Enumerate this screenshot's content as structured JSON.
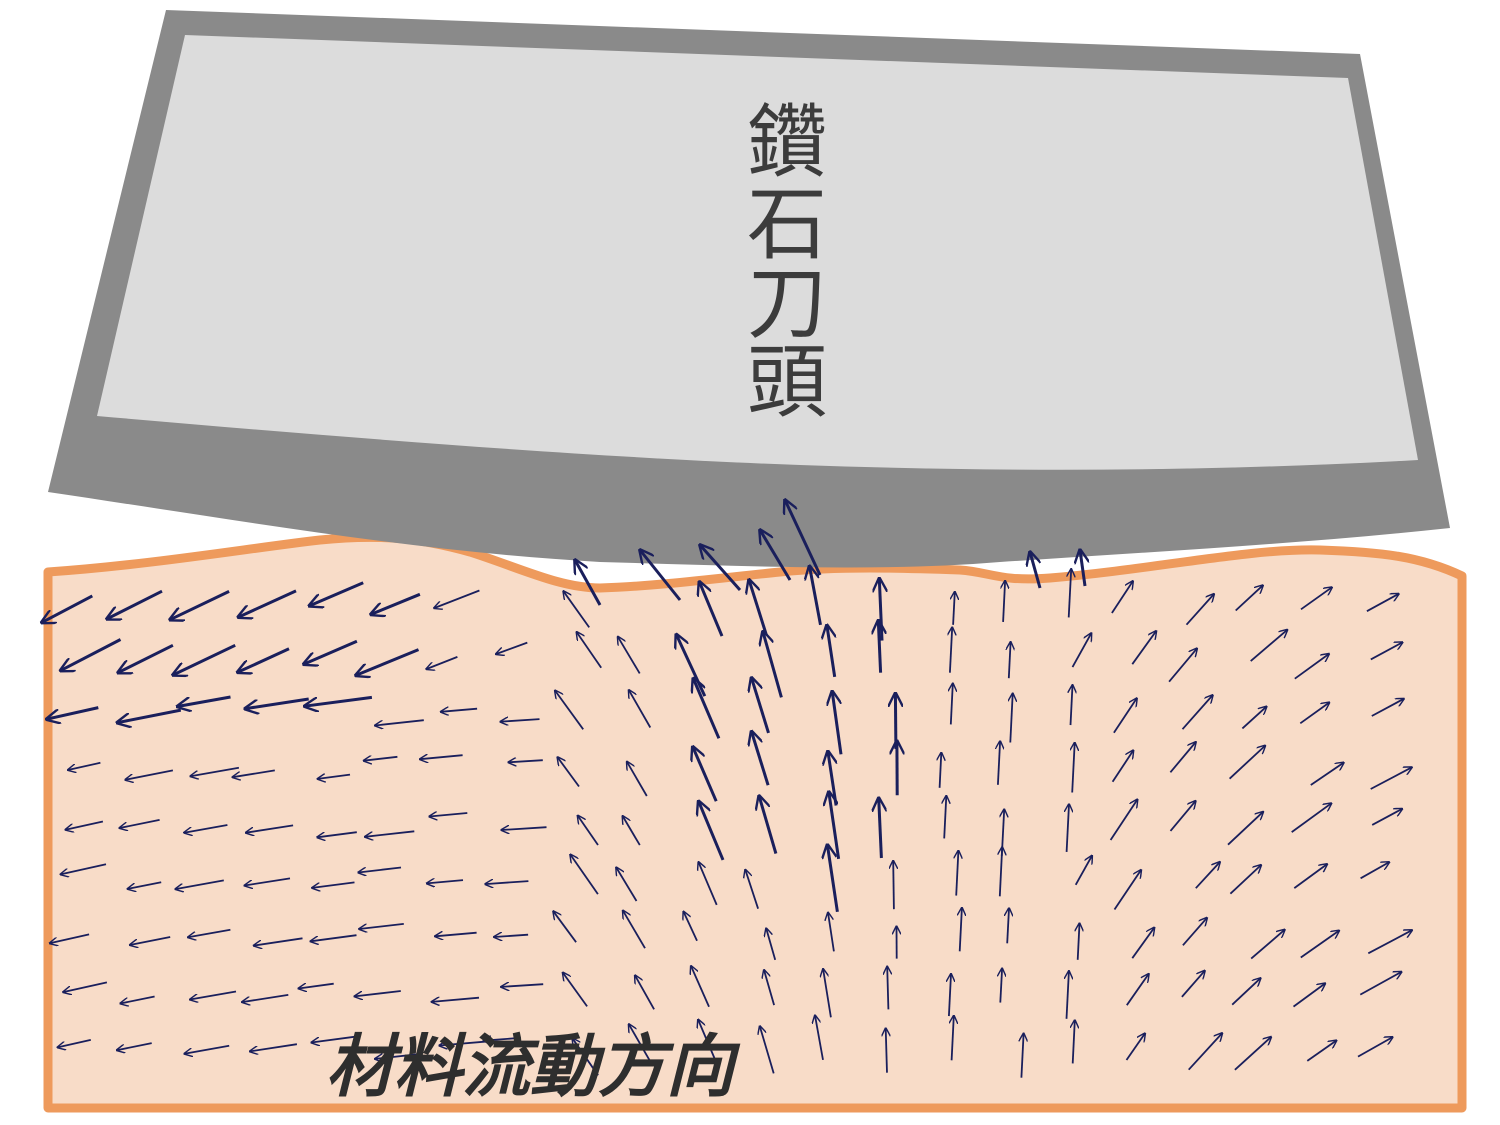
{
  "diagram": {
    "tool_label_chars": [
      "鑽",
      "石",
      "刀",
      "頭"
    ],
    "material_label": "材料流動方向",
    "colors": {
      "tool_outer": "#8a8a8a",
      "tool_inner": "#dcdcdc",
      "material_fill": "#f8dcc8",
      "material_border": "#ee9a5c",
      "arrow": "#1a1f5c",
      "text": "#3c3c3c"
    }
  }
}
